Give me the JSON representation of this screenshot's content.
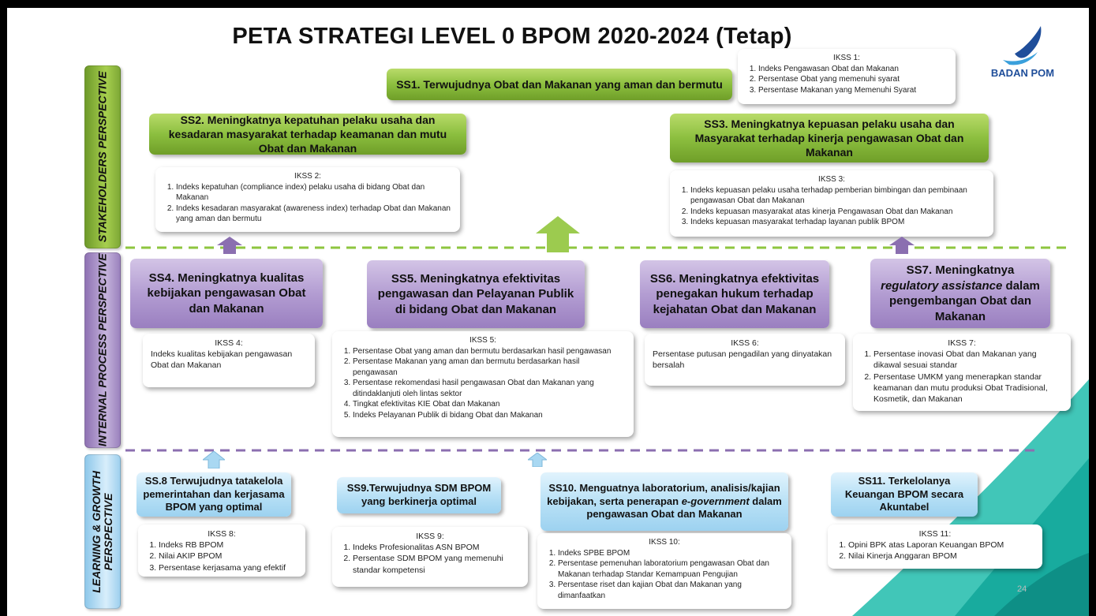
{
  "title": "PETA STRATEGI LEVEL 0 BPOM 2020-2024 (Tetap)",
  "logo": {
    "text": "BADAN POM"
  },
  "perspectives": {
    "stakeholders": "STAKEHOLDERS PERSPECTIVE",
    "internal": "INTERNAL PROCESS PERSPECTIVE",
    "learning_1": "LEARNING & GROWTH",
    "learning_2": "PERSPECTIVE"
  },
  "ss": {
    "ss1": "SS1. Terwujudnya  Obat dan Makanan  yang aman dan bermutu",
    "ss2": "SS2. Meningkatnya kepatuhan pelaku usaha dan kesadaran masyarakat terhadap keamanan dan mutu Obat dan Makanan",
    "ss3": "SS3. Meningkatnya kepuasan pelaku usaha dan Masyarakat  terhadap kinerja pengawasan Obat dan Makanan",
    "ss4": "SS4. Meningkatnya kualitas kebijakan pengawasan Obat dan Makanan",
    "ss5": "SS5. Meningkatnya  efektivitas pengawasan dan Pelayanan Publik di bidang Obat  dan Makanan",
    "ss6": "SS6. Meningkatnya  efektivitas penegakan hukum terhadap kejahatan Obat dan  Makanan",
    "ss7_a": "SS7. Meningkatnya ",
    "ss7_b": "regulatory assistance",
    "ss7_c": " dalam pengembangan Obat dan Makanan",
    "ss8": "SS.8 Terwujudnya tatakelola pemerintahan dan kerjasama BPOM yang optimal",
    "ss9": "SS9.Terwujudnya SDM BPOM yang berkinerja optimal",
    "ss10_a": "SS10. Menguatnya laboratorium, analisis/kajian kebijakan, serta penerapan ",
    "ss10_b": "e-government",
    "ss10_c": " dalam pengawasan Obat dan Makanan",
    "ss11": "SS11. Terkelolanya Keuangan BPOM secara Akuntabel"
  },
  "ikss": {
    "ikss1": {
      "header": "IKSS 1:",
      "items": [
        "Indeks Pengawasan Obat dan Makanan",
        "Persentase Obat yang memenuhi syarat",
        "Persentase Makanan yang Memenuhi Syarat"
      ]
    },
    "ikss2": {
      "header": "IKSS 2:",
      "items": [
        "Indeks kepatuhan (compliance index) pelaku usaha di  bidang Obat dan Makanan",
        "Indeks kesadaran masyarakat (awareness index) terhadap Obat dan Makanan yang aman dan bermutu"
      ]
    },
    "ikss3": {
      "header": "IKSS 3:",
      "items": [
        "Indeks kepuasan pelaku usaha terhadap pemberian  bimbingan dan pembinaan pengawasan Obat dan Makanan",
        "Indeks kepuasan masyarakat atas kinerja Pengawasan Obat dan Makanan",
        "Indeks kepuasan masyarakat terhadap layanan publik BPOM"
      ]
    },
    "ikss4": {
      "header": "IKSS 4:",
      "text": "Indeks kualitas kebijakan pengawasan Obat dan Makanan"
    },
    "ikss5": {
      "header": "IKSS 5:",
      "items": [
        "Persentase Obat yang aman dan bermutu berdasarkan hasil pengawasan",
        "Persentase Makanan yang aman dan bermutu berdasarkan hasil pengawasan",
        "Persentase rekomendasi  hasil pengawasan  Obat dan Makanan yang ditindaklanjuti  oleh lintas sektor",
        "Tingkat efektivitas KIE Obat dan Makanan",
        "Indeks Pelayanan Publik di bidang Obat dan Makanan"
      ]
    },
    "ikss6": {
      "header": "IKSS 6:",
      "text": "Persentase putusan pengadilan yang  dinyatakan bersalah"
    },
    "ikss7": {
      "header": "IKSS 7:",
      "items": [
        "Persentase inovasi Obat dan Makanan yang dikawal sesuai standar",
        "Persentase UMKM yang menerapkan standar keamanan dan mutu produksi Obat Tradisional, Kosmetik,  dan Makanan"
      ]
    },
    "ikss8": {
      "header": "IKSS 8:",
      "items": [
        "Indeks RB BPOM",
        "Nilai AKIP BPOM",
        "Persentase kerjasama yang efektif"
      ]
    },
    "ikss9": {
      "header": "IKSS 9:",
      "items": [
        "Indeks Profesionalitas ASN BPOM",
        "Persentase SDM BPOM yang memenuhi standar kompetensi"
      ]
    },
    "ikss10": {
      "header": "IKSS 10:",
      "items": [
        "Indeks SPBE BPOM",
        "Persentase  pemenuhan laboratorium pengawasan Obat dan Makanan terhadap Standar Kemampuan Pengujian",
        "Persentase riset dan kajian Obat dan Makanan yang dimanfaatkan"
      ]
    },
    "ikss11": {
      "header": "IKSS 11:",
      "items": [
        "Opini BPK atas Laporan Keuangan  BPOM",
        "Nilai Kinerja Anggaran BPOM"
      ]
    }
  },
  "page_number": "24",
  "colors": {
    "green": "#8cbf3f",
    "purple": "#a58bc8",
    "blue": "#b9e1f6",
    "teal": "#1fb5a8",
    "logo_blue": "#1f4e9a"
  }
}
